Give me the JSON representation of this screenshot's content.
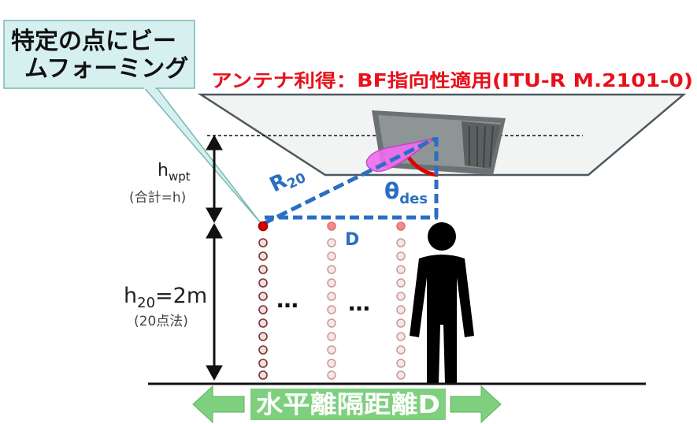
{
  "callout": {
    "line1": "特定の点にビー",
    "line2": "ムフォーミング"
  },
  "antenna_gain_label": "アンテナ利得：BF指向性適用(ITU-R M.2101-0)",
  "labels": {
    "h_wpt_main": "h",
    "h_wpt_sub": "wpt",
    "h_wpt_note": "(合計=h)",
    "h20_main": "h",
    "h20_sub": "20",
    "h20_rest": "=2m",
    "h20_note": "(20点法)",
    "R_main": "R",
    "R_sub": "20",
    "theta_main": "θ",
    "theta_sub": "des",
    "D": "D",
    "ellipsis_1": "…",
    "ellipsis_2": "…"
  },
  "bottom_arrow_label": "水平離隔距離D",
  "colors": {
    "callout_fill": "#d6f0ef",
    "callout_stroke": "#7ab7b4",
    "antenna_label": "#e8101a",
    "blue": "#2a6fc2",
    "green_arrow": "#7ed07e",
    "green_text": "#ffffff",
    "dot_red": "#e00000",
    "dot_pink": "#f28c8c",
    "dot_light": "#f6d6d6",
    "magenta": "#f06cf0"
  }
}
